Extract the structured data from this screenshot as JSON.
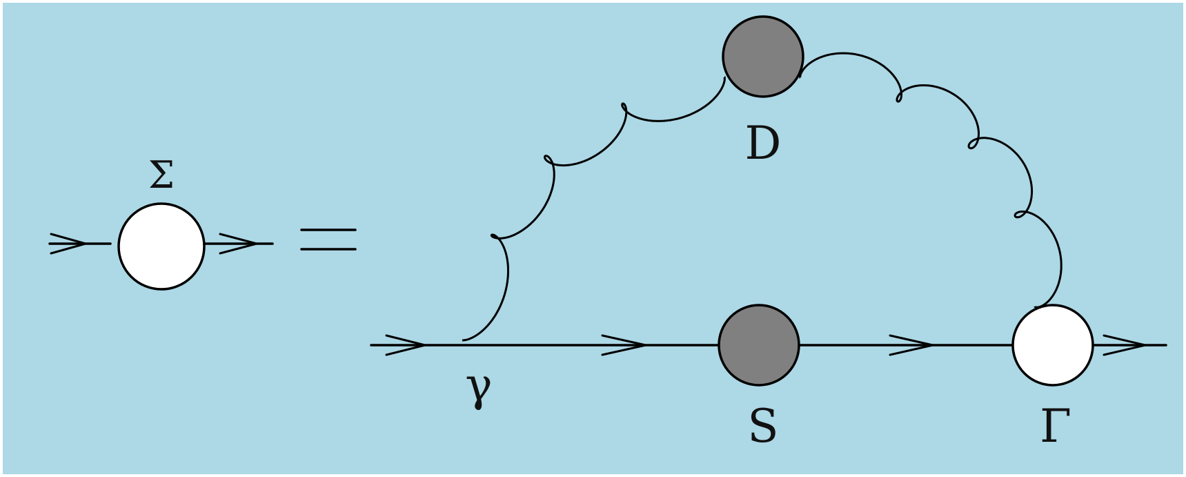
{
  "colors": {
    "background": "#add8e6",
    "line": "#000000",
    "dressed_vertex_fill": "#ffffff",
    "full_propagator_fill": "#808080"
  },
  "labels": {
    "self_energy": "Σ",
    "equals": "=",
    "bare_vertex": "γ",
    "gluon_propagator": "D",
    "quark_propagator": "S",
    "dressed_vertex": "Γ"
  }
}
